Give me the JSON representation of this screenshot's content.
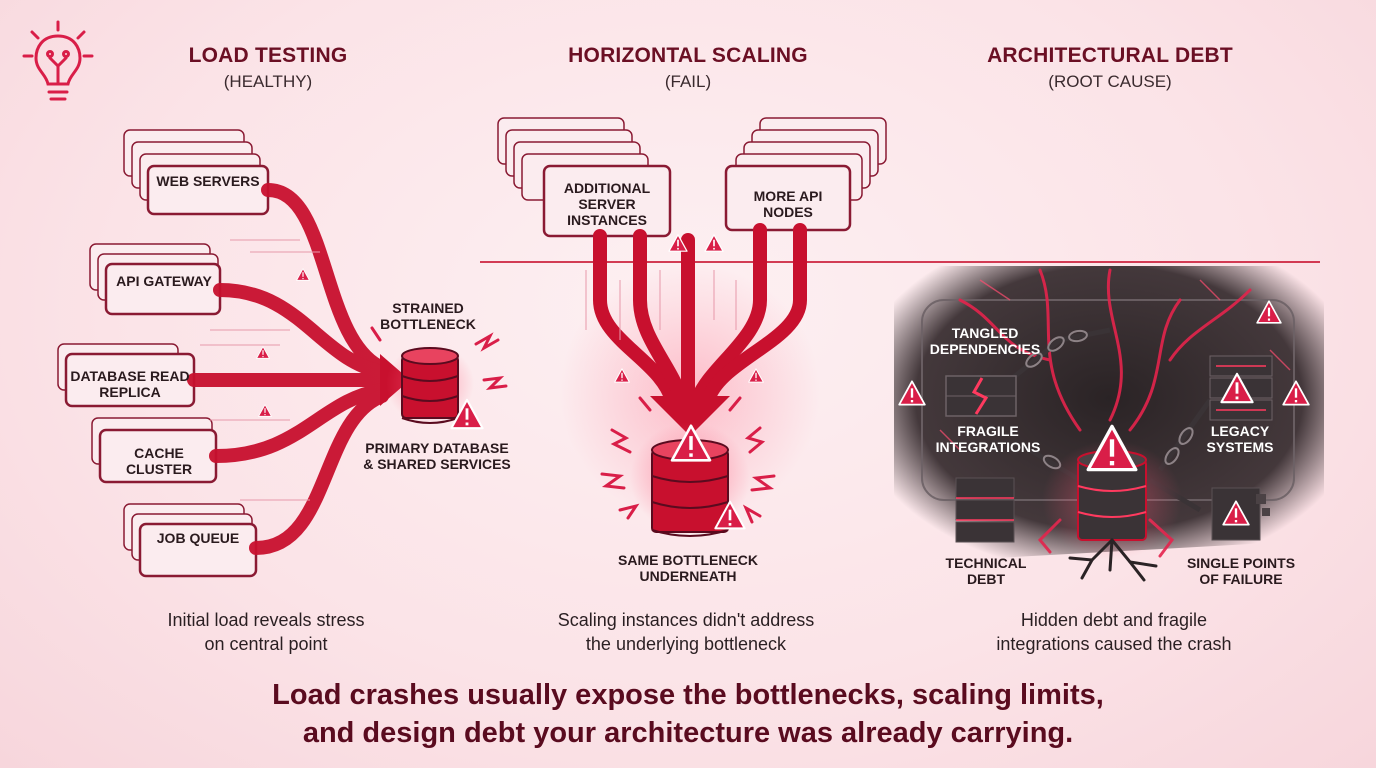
{
  "panels": [
    {
      "title": "LOAD TESTING",
      "status": "(HEALTHY)",
      "caption_lines": [
        "Initial load reveals stress",
        "on central point"
      ],
      "sources": [
        "WEB SERVERS",
        "API GATEWAY",
        "DATABASE READ REPLICA",
        "CACHE CLUSTER",
        "JOB QUEUE"
      ],
      "bottleneck_label": "STRAINED BOTTLENECK",
      "target_label": "PRIMARY DATABASE & SHARED SERVICES"
    },
    {
      "title": "HORIZONTAL SCALING",
      "status": "(FAIL)",
      "caption_lines": [
        "Scaling instances didn't address",
        "the underlying bottleneck"
      ],
      "sources": [
        "ADDITIONAL SERVER INSTANCES",
        "MORE API NODES"
      ],
      "target_label": "SAME BOTTLENECK UNDERNEATH"
    },
    {
      "title": "ARCHITECTURAL DEBT",
      "status": "(ROOT CAUSE)",
      "caption_lines": [
        "Hidden debt and fragile",
        "integrations caused the crash"
      ],
      "labels": [
        "TANGLED DEPENDENCIES",
        "FRAGILE INTEGRATIONS",
        "LEGACY SYSTEMS",
        "TECHNICAL DEBT",
        "SINGLE POINTS OF FAILURE"
      ]
    }
  ],
  "tagline_lines": [
    "Load crashes usually expose the bottlenecks, scaling limits,",
    "and design debt your architecture was already carrying."
  ],
  "colors": {
    "accent": "#d91e48",
    "dark_accent": "#6b0f24",
    "flow": "#c8102e",
    "dark_panel": "#2a2325",
    "box_fill": "#fbecef"
  },
  "icons": {
    "logo": "lightbulb-circuit-icon",
    "warning": "warning-triangle-icon",
    "database": "database-icon",
    "chain": "chain-icon",
    "server_stack": "server-stack-icon"
  }
}
